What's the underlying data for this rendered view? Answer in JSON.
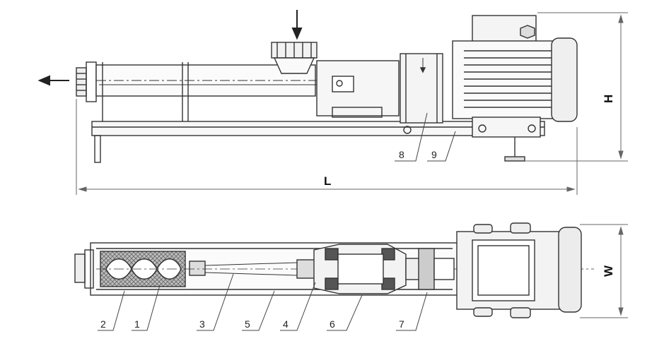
{
  "dimensions": {
    "length": "L",
    "height": "H",
    "width": "W"
  },
  "callouts": {
    "n1": "1",
    "n2": "2",
    "n3": "3",
    "n4": "4",
    "n5": "5",
    "n6": "6",
    "n7": "7",
    "n8": "8",
    "n9": "9"
  },
  "colors": {
    "line": "#333333",
    "hatch": "#777777",
    "fill": "#f4f4f4",
    "dark": "#555555"
  }
}
